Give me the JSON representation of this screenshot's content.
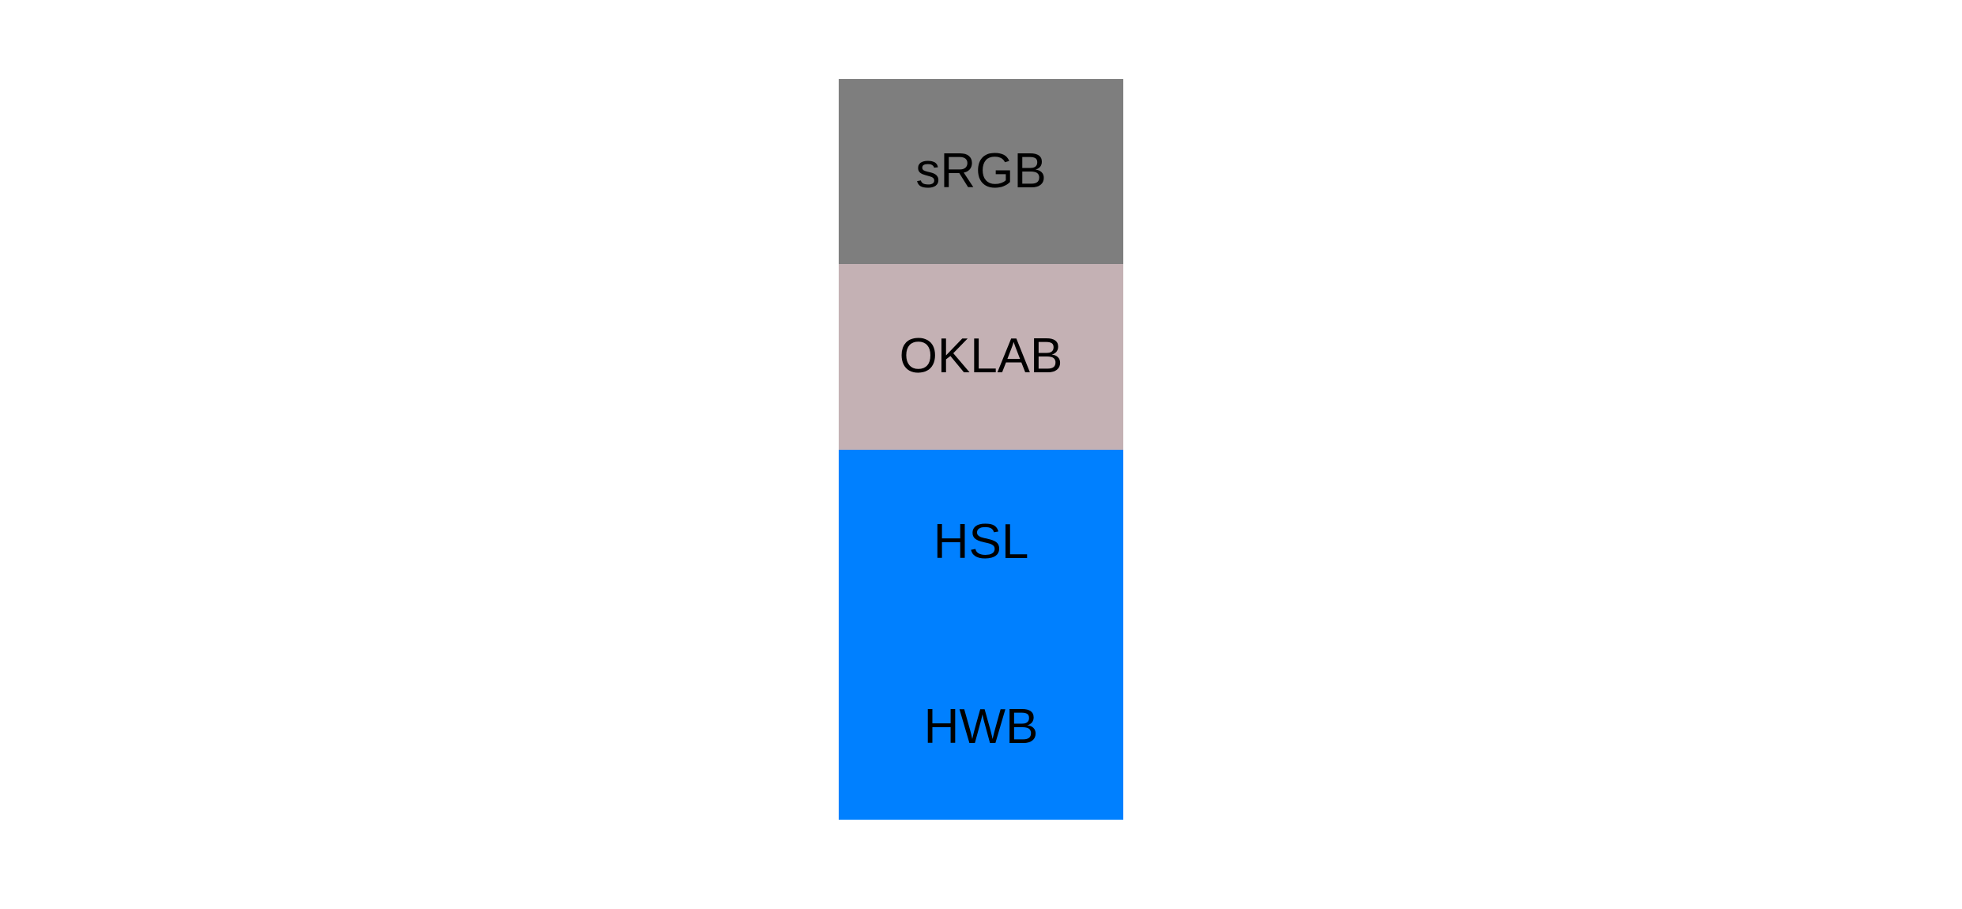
{
  "page": {
    "background_color": "#ffffff",
    "text_color": "#000000"
  },
  "swatches": [
    {
      "label": "sRGB",
      "color": "#7e7e7e"
    },
    {
      "label": "OKLAB",
      "color": "#c4b1b4"
    },
    {
      "label": "HSL",
      "color": "#0080ff"
    },
    {
      "label": "HWB",
      "color": "#0080ff"
    }
  ]
}
